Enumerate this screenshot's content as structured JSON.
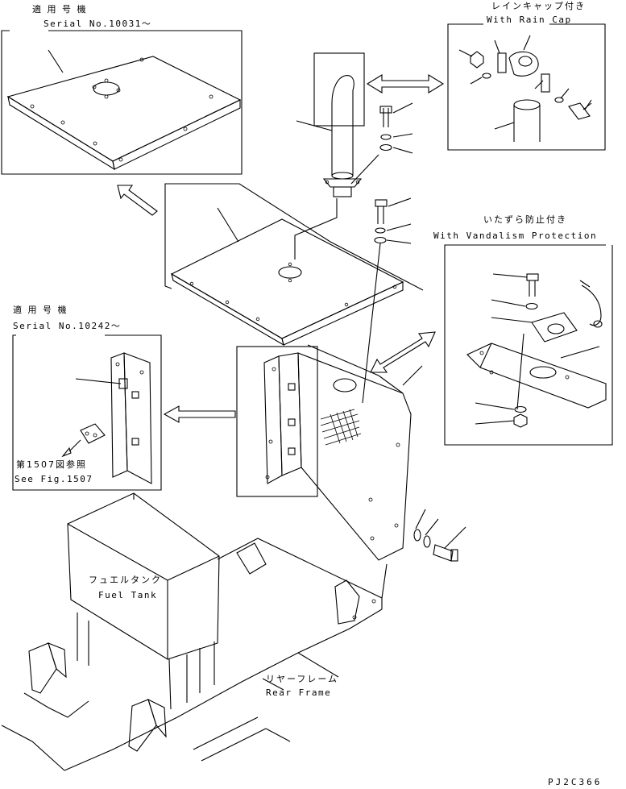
{
  "labels": {
    "serial_top_jp": "適 用 号 機",
    "serial_top_en": "Serial No.10031～",
    "rain_cap_jp": "レインキャップ付き",
    "rain_cap_en": "With Rain Cap",
    "vandal_jp": "いたずら防止付き",
    "vandal_en": "With Vandalism Protection",
    "serial_left_jp": "適 用 号 機",
    "serial_left_en": "Serial No.10242～",
    "see_fig_jp": "第1507図参照",
    "see_fig_en": "See Fig.1507",
    "fuel_tank_jp": "フュエルタンク",
    "fuel_tank_en": "Fuel Tank",
    "rear_frame_jp": "リヤーフレーム",
    "rear_frame_en": "Rear Frame",
    "drawing_code": "PJ2C366"
  }
}
